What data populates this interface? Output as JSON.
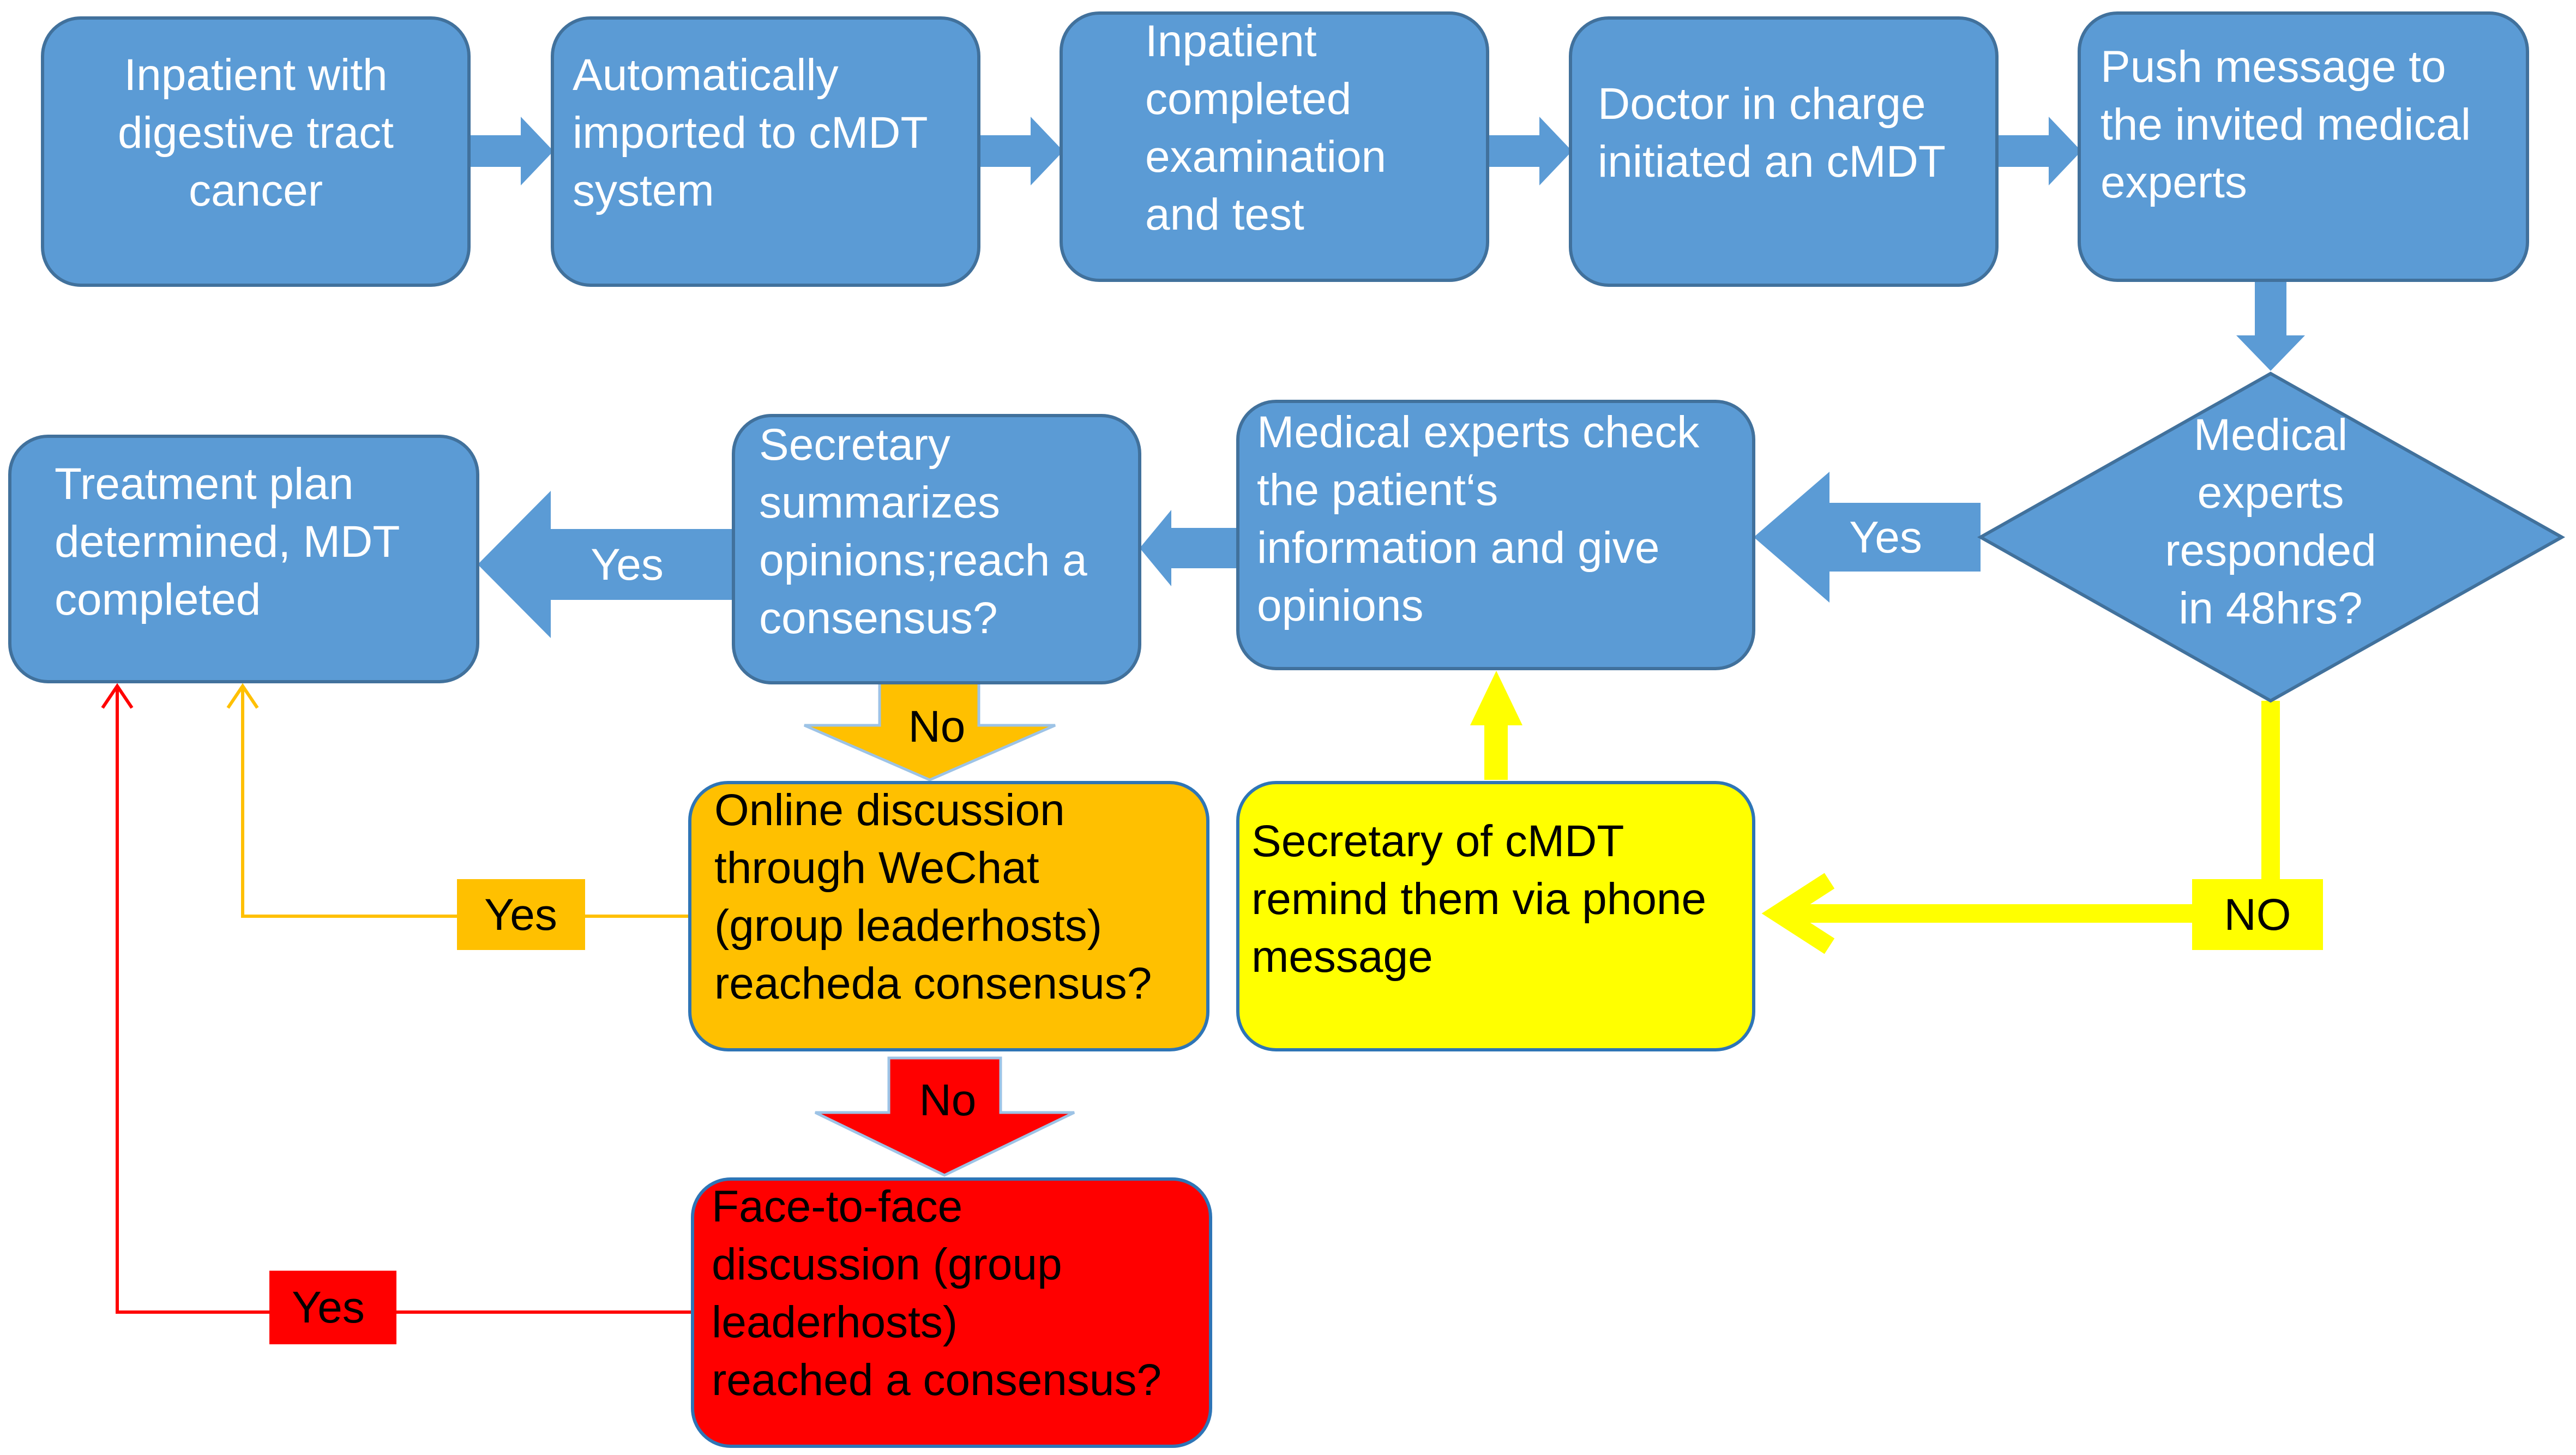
{
  "colors": {
    "blue_fill": "#5B9BD5",
    "blue_stroke": "#41719C",
    "orange_fill": "#FFC000",
    "yellow_fill": "#FFFF00",
    "red_fill": "#FF0000",
    "white_text": "#FFFFFF",
    "dark_text": "#000000"
  },
  "nodes": {
    "n1": {
      "lines": [
        "Inpatient with",
        "digestive tract",
        "cancer"
      ]
    },
    "n2": {
      "lines": [
        "Automatically",
        "imported to cMDT",
        "system"
      ]
    },
    "n3": {
      "lines": [
        "Inpatient",
        "completed",
        "examination",
        "and test"
      ]
    },
    "n4": {
      "lines": [
        "Doctor in charge",
        "initiated an cMDT"
      ]
    },
    "n5": {
      "lines": [
        "Push message to",
        "the invited medical",
        "experts"
      ]
    },
    "decision": {
      "lines": [
        "Medical",
        "experts",
        "responded",
        "in 48hrs?"
      ]
    },
    "check": {
      "lines": [
        "Medical experts check",
        "the patient‘s",
        "information and  give",
        "opinions"
      ]
    },
    "secretary_summary": {
      "lines": [
        "Secretary",
        "summarizes",
        "opinions;reach a",
        "consensus?"
      ]
    },
    "treatment": {
      "lines": [
        "Treatment plan",
        "determined, MDT",
        "completed"
      ]
    },
    "reminder": {
      "lines": [
        "Secretary of cMDT",
        "remind them via phone",
        "message"
      ]
    },
    "online": {
      "lines": [
        "Online discussion",
        "through WeChat",
        "(group leaderhosts)",
        "reacheda consensus?"
      ]
    },
    "face": {
      "lines": [
        "Face-to-face",
        "discussion (group",
        "leaderhosts)",
        "reached a consensus?"
      ]
    }
  },
  "labels": {
    "yes_check": "Yes",
    "yes_treatment": "Yes",
    "no_to_online": "No",
    "no_to_face": "No",
    "no_decision": "NO",
    "yes_online": "Yes",
    "yes_face": "Yes"
  }
}
